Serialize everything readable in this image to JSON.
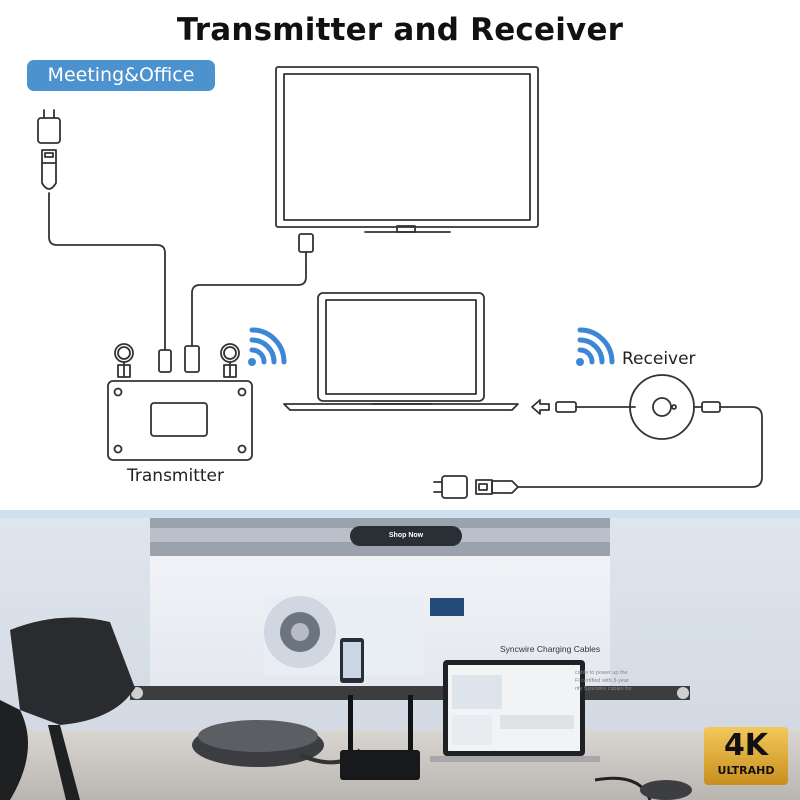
{
  "title": "Transmitter and Receiver",
  "badge": "Meeting&Office",
  "labels": {
    "transmitter": "Transmitter",
    "receiver": "Receiver"
  },
  "photo": {
    "shop_button": "Shop Now",
    "poster_heading": "Syncwire Charging Cables",
    "poster_body": "cable to power up the\nFi certified with 3-year\nrity Syncwire cables for",
    "resolution_badge_main": "4K",
    "resolution_badge_sub": "ULTRAHD"
  },
  "colors": {
    "badge": "#4b92cf",
    "wifi": "#3d87d6",
    "line": "#333333",
    "badge_4k": "#e0a93a"
  },
  "icons": [
    "power-adapter-icon",
    "usb-plug-icon",
    "tv-icon",
    "laptop-icon",
    "wifi-icon",
    "transmitter-box-icon",
    "receiver-puck-icon",
    "arrow-left-icon"
  ]
}
